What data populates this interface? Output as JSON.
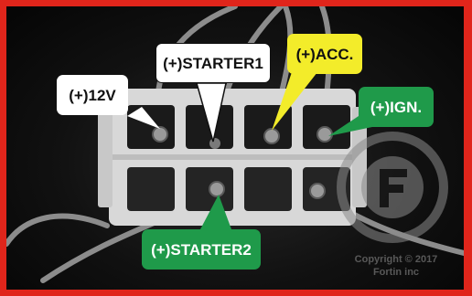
{
  "labels": {
    "plus_12v": "(+)12V",
    "starter1": "(+)STARTER1",
    "acc": "(+)ACC.",
    "ign": "(+)IGN.",
    "starter2": "(+)STARTER2"
  },
  "watermark": {
    "letter": "F",
    "copyright_line1": "Copyright © 2017",
    "copyright_line2": "Fortin inc"
  },
  "colors": {
    "frame": "#e0251b",
    "label_white": "#ffffff",
    "label_yellow": "#f3ec2a",
    "label_green": "#1f9a4a"
  }
}
